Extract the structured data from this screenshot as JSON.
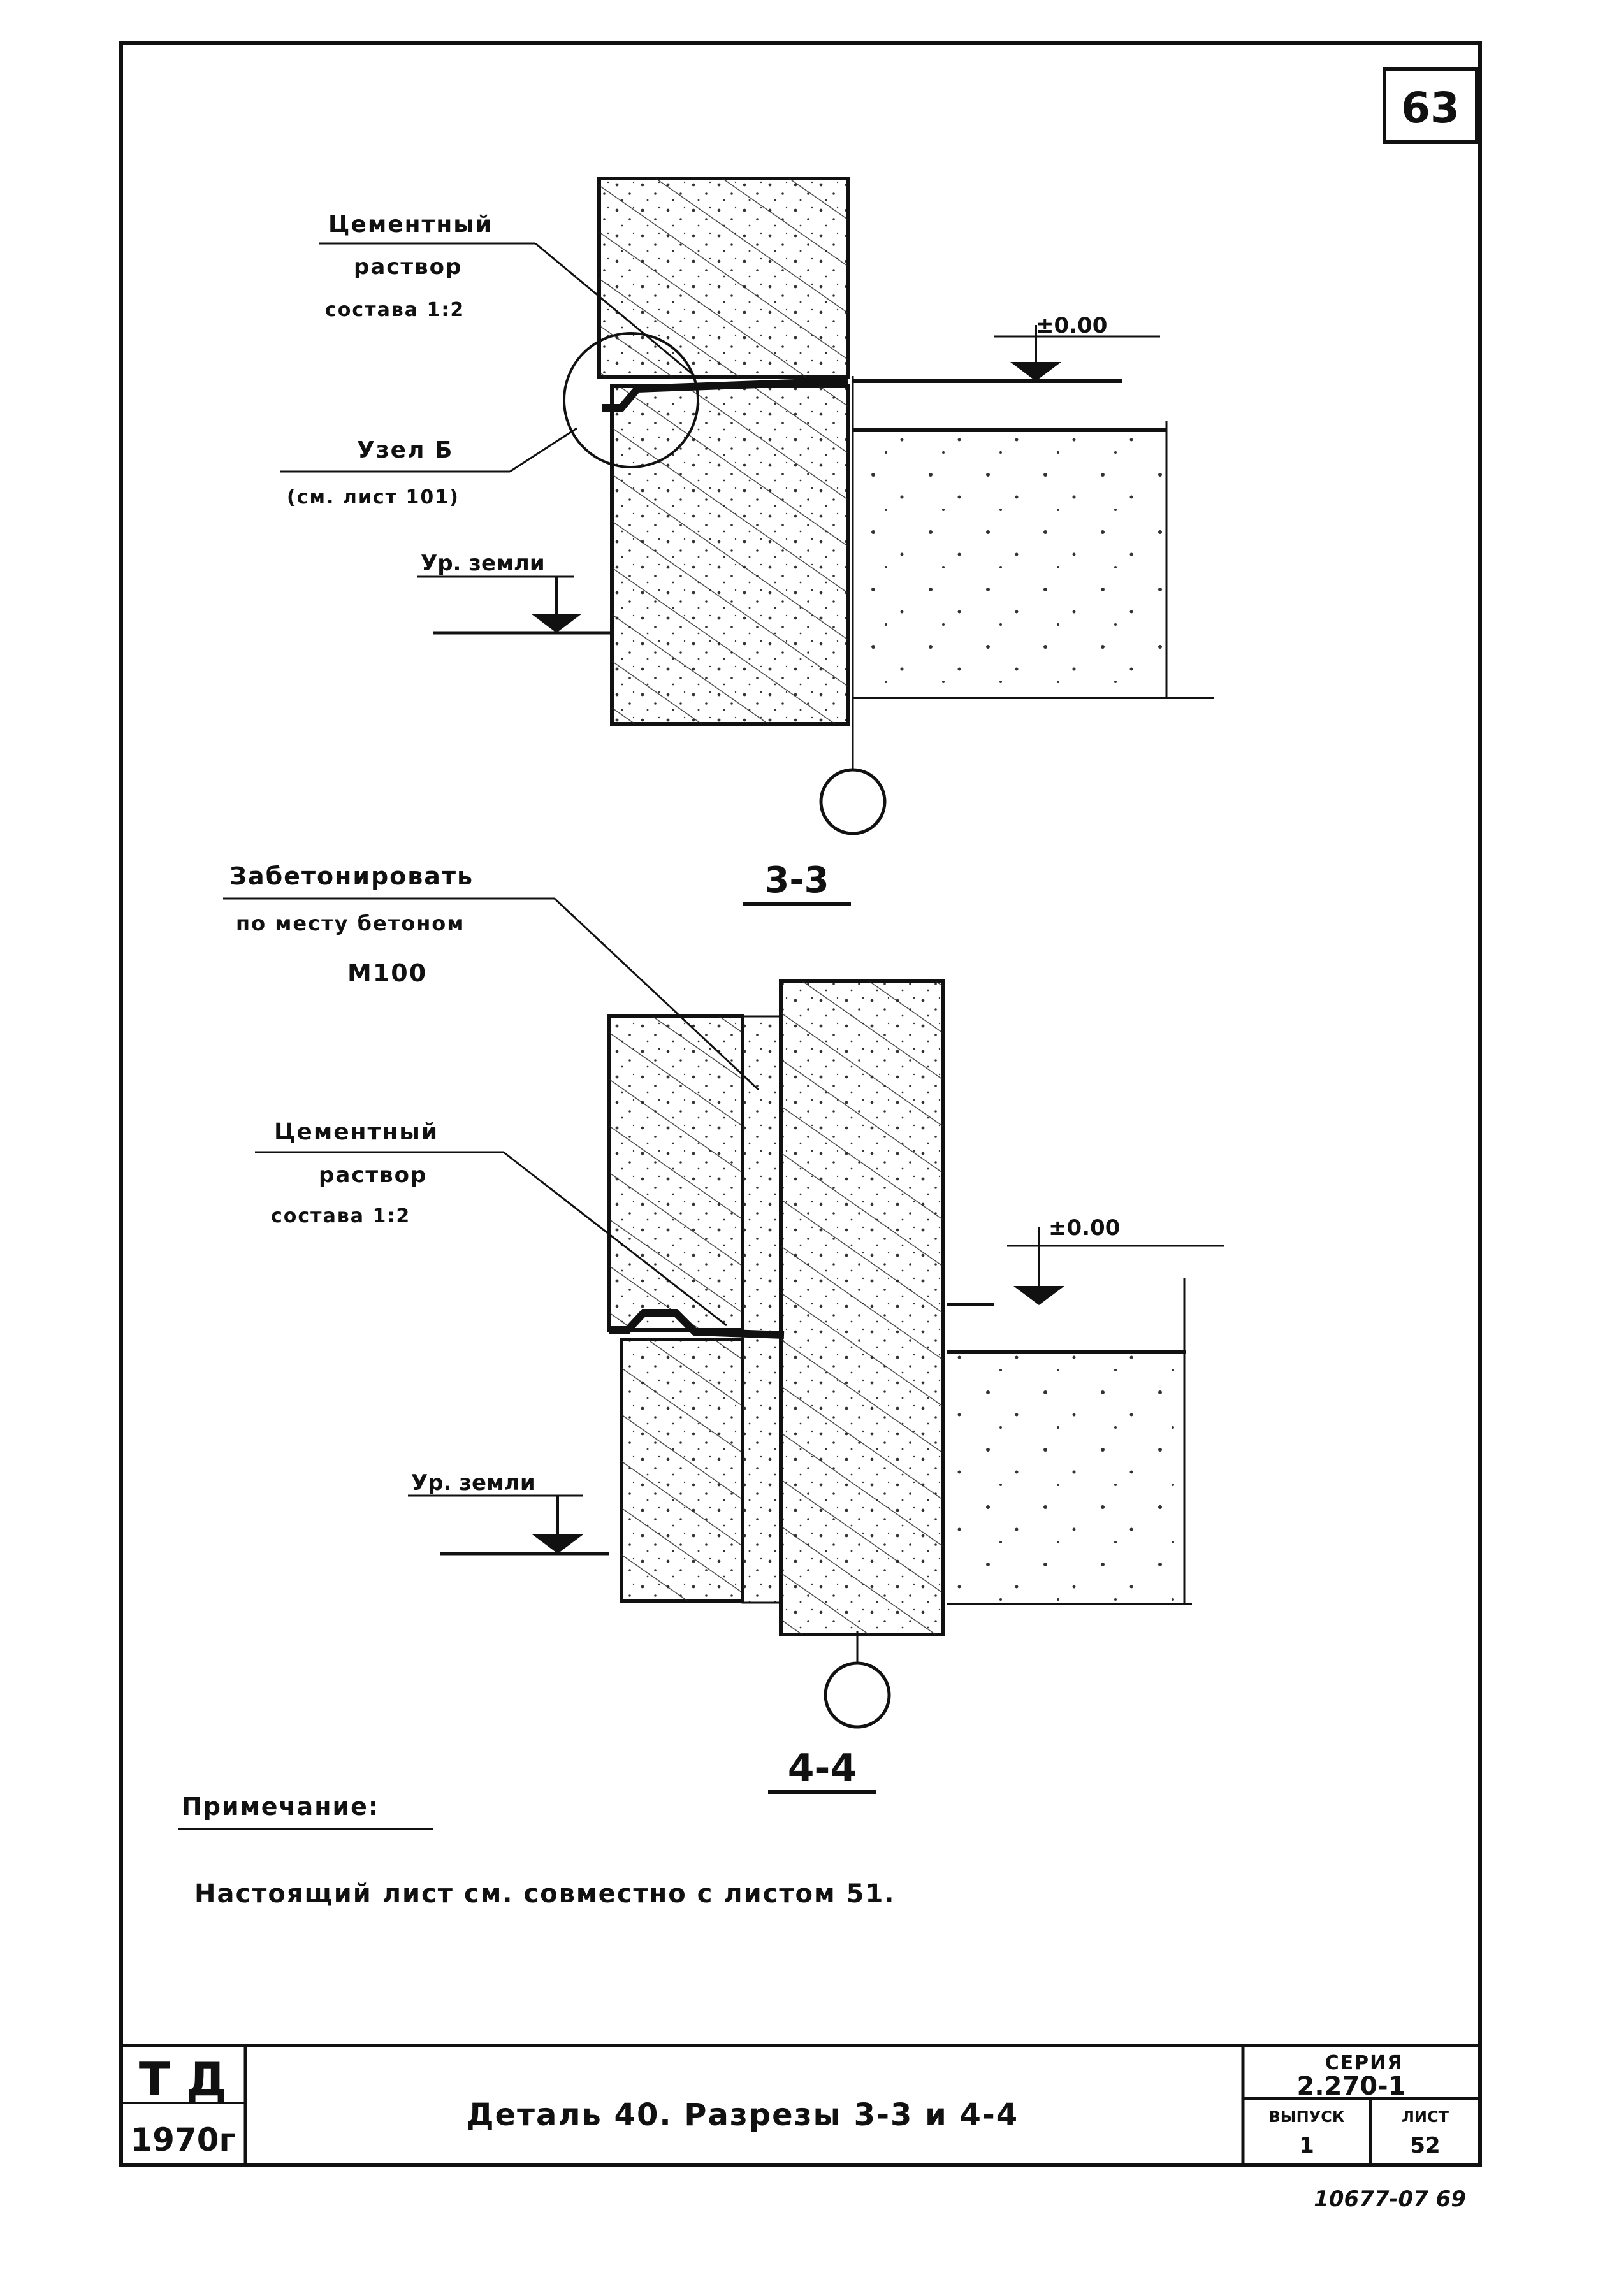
{
  "sheet": {
    "corner_number": "63",
    "stamp_top": "Т Д",
    "stamp_year": "1970г",
    "title": "Деталь 40. Разрезы 3-3 и 4-4",
    "series_label": "СЕРИЯ",
    "series_value": "2.270-1",
    "issue_label": "ВЫПУСК",
    "issue_value": "1",
    "sheet_label": "ЛИСТ",
    "sheet_value": "52",
    "archive_no": "10677-07 69"
  },
  "section_33": {
    "caption": "3-3",
    "mortar_line1": "Цементный",
    "mortar_line2": "раствор",
    "mortar_line3": "состава 1:2",
    "node_line1": "Узел Б",
    "node_line2": "(см. лист 101)",
    "level_zero": "±0.00",
    "ground_level": "Ур. земли"
  },
  "section_44": {
    "caption": "4-4",
    "concrete_line1": "Забетонировать",
    "concrete_line2": "по месту бетоном",
    "concrete_line3": "М100",
    "mortar_line1": "Цементный",
    "mortar_line2": "раствор",
    "mortar_line3": "состава 1:2",
    "level_zero": "±0.00",
    "ground_level": "Ур. земли"
  },
  "note": {
    "heading": "Примечание:",
    "text": "Настоящий лист см. совместно с листом 51."
  }
}
